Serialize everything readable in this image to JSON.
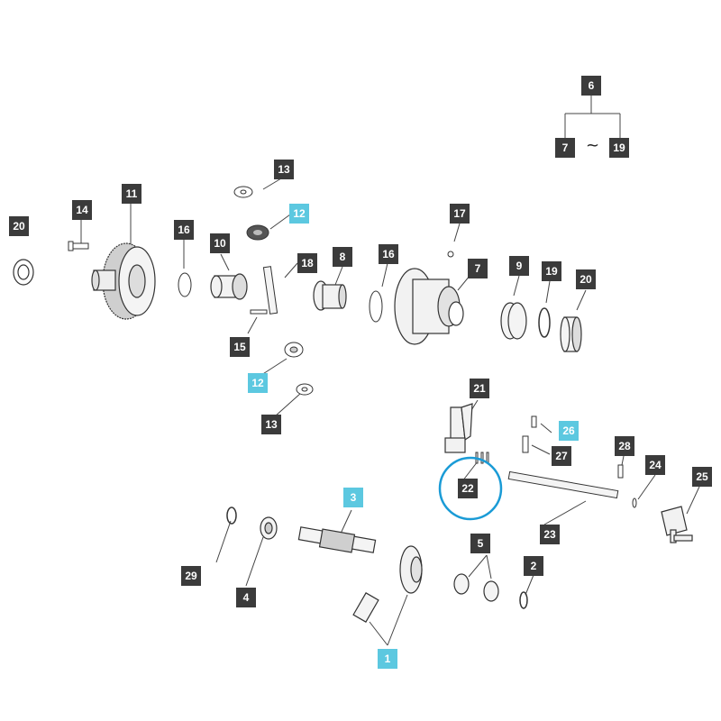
{
  "labels": {
    "p1": "1",
    "p2": "2",
    "p3": "3",
    "p4": "4",
    "p5": "5",
    "p6": "6",
    "p7a": "7",
    "p7b": "7",
    "p8": "8",
    "p9": "9",
    "p10": "10",
    "p11": "11",
    "p12a": "12",
    "p12b": "12",
    "p13a": "13",
    "p13b": "13",
    "p14": "14",
    "p15": "15",
    "p16a": "16",
    "p16b": "16",
    "p17": "17",
    "p18": "18",
    "p19a": "19",
    "p19b": "19",
    "p20a": "20",
    "p20b": "20",
    "p21": "21",
    "p22": "22",
    "p23": "23",
    "p24": "24",
    "p25": "25",
    "p26": "26",
    "p27": "27",
    "p28": "28",
    "p29": "29"
  },
  "range_separator": "~",
  "colors": {
    "label_dark": "#3b3b3b",
    "label_highlight": "#5cc8e0",
    "selection_circle": "#1a9bd6",
    "line": "#444444"
  }
}
